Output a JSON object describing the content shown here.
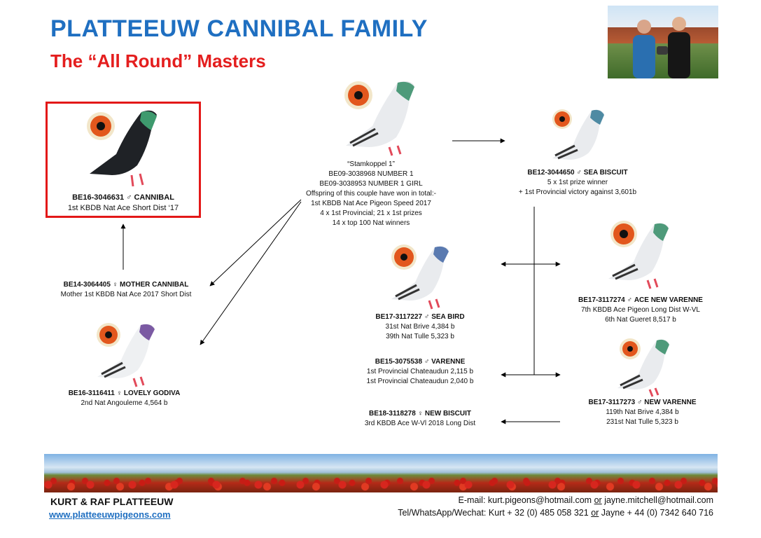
{
  "header": {
    "title": "PLATTEEUW CANNIBAL FAMILY",
    "subtitle": "The “All Round” Masters"
  },
  "photo": {
    "alt": "Kurt and Raf Platteeuw"
  },
  "pigeons": {
    "cannibal": {
      "ring": "BE16-3046631",
      "sex": "♂",
      "name": "CANNIBAL",
      "lines": [
        "1st KBDB Nat Ace Short Dist ‘17"
      ]
    },
    "mother_cannibal": {
      "ring": "BE14-3064405",
      "sex": "♀",
      "name": "MOTHER CANNIBAL",
      "lines": [
        "Mother 1st KBDB Nat Ace 2017 Short Dist"
      ]
    },
    "lovely_godiva": {
      "ring": "BE16-3116411",
      "sex": "♀",
      "name": "LOVELY GODIVA",
      "lines": [
        "2nd Nat Angouleme 4,564 b"
      ]
    },
    "stamkoppel": {
      "name": "“Stamkoppel 1”",
      "lines": [
        "BE09-3038968 NUMBER 1",
        "BE09-3038953 NUMBER 1 GIRL",
        "Offspring of this couple have won in total:-",
        "1st KBDB Nat Ace Pigeon Speed 2017",
        "4 x 1st Provincial; 21 x 1st prizes",
        "14 x top 100 Nat winners"
      ]
    },
    "sea_biscuit": {
      "ring": "BE12-3044650",
      "sex": "♂",
      "name": "SEA BISCUIT",
      "lines": [
        "5 x 1st prize winner",
        "+ 1st Provincial victory against 3,601b"
      ]
    },
    "sea_bird": {
      "ring": "BE17-3117227",
      "sex": "♂",
      "name": "SEA BIRD",
      "lines": [
        "31st Nat Brive 4,384 b",
        "39th Nat Tulle 5,323 b"
      ]
    },
    "ace_new_varenne": {
      "ring": "BE17-3117274",
      "sex": "♂",
      "name": "ACE NEW VARENNE",
      "lines": [
        "7th KBDB Ace Pigeon Long Dist W-VL",
        "6th Nat Gueret 8,517 b"
      ]
    },
    "varenne": {
      "ring": "BE15-3075538",
      "sex": "♂",
      "name": "VARENNE",
      "lines": [
        "1st Provincial Chateaudun 2,115 b",
        "1st Provincial Chateaudun 2,040 b"
      ]
    },
    "new_varenne": {
      "ring": "BE17-3117273",
      "sex": "♂",
      "name": "NEW VARENNE",
      "lines": [
        "119th Nat Brive 4,384 b",
        "231st Nat Tulle 5,323 b"
      ]
    },
    "new_biscuit": {
      "ring": "BE18-3118278",
      "sex": "♀",
      "name": "NEW BISCUIT",
      "lines": [
        "3rd KBDB Ace W-Vl 2018 Long Dist"
      ]
    }
  },
  "footer": {
    "name": "KURT & RAF PLATTEEUW",
    "website": "www.platteeuwpigeons.com",
    "email_label": "E-mail:",
    "email1": "kurt.pigeons@hotmail.com",
    "or": "or",
    "email2": "jayne.mitchell@hotmail.com",
    "phone_label": "Tel/WhatsApp/Wechat:",
    "phone1": "Kurt + 32 (0) 485 058 321",
    "phone2": "Jayne + 44 (0) 7342 640 716"
  },
  "colors": {
    "title_blue": "#1f6fc1",
    "subtitle_red": "#e41e1e",
    "frame_red": "#e31818"
  }
}
